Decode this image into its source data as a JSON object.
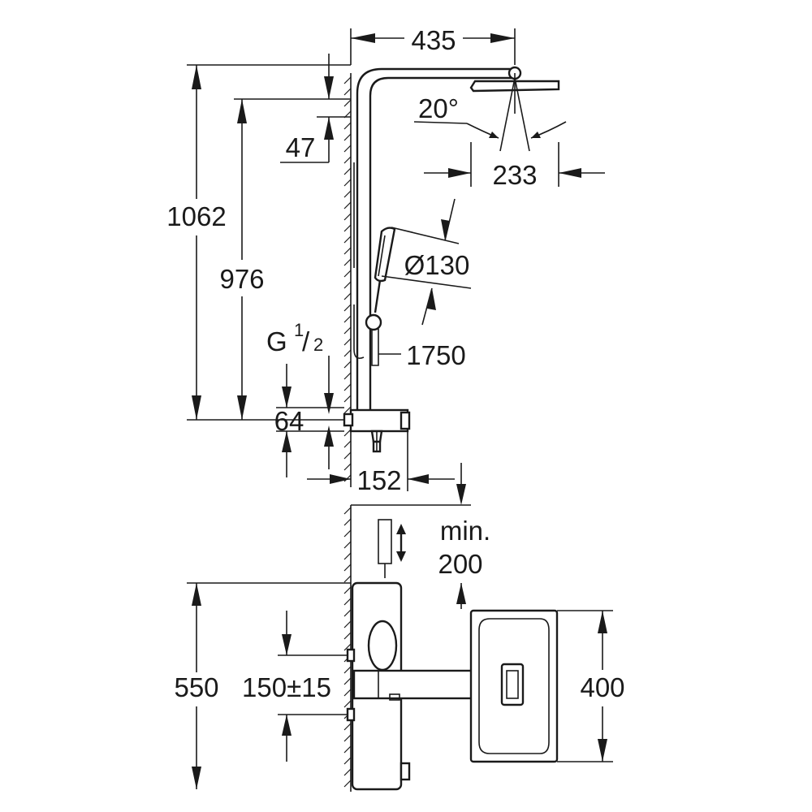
{
  "dimensions": {
    "width_top": "435",
    "overhead_angle": "20°",
    "head_width": "233",
    "total_height": "1062",
    "arm_height": "976",
    "arm_offset": "47",
    "hand_shower_diameter": "Ø130",
    "hose_length": "1750",
    "connection_g": "G",
    "connection_num": "1",
    "connection_den": "2",
    "connection_spacing": "64",
    "depth": "152",
    "min_label": "min.",
    "min_value": "200",
    "unit_height": "550",
    "centre_distance": "150±15",
    "head_size": "400"
  }
}
